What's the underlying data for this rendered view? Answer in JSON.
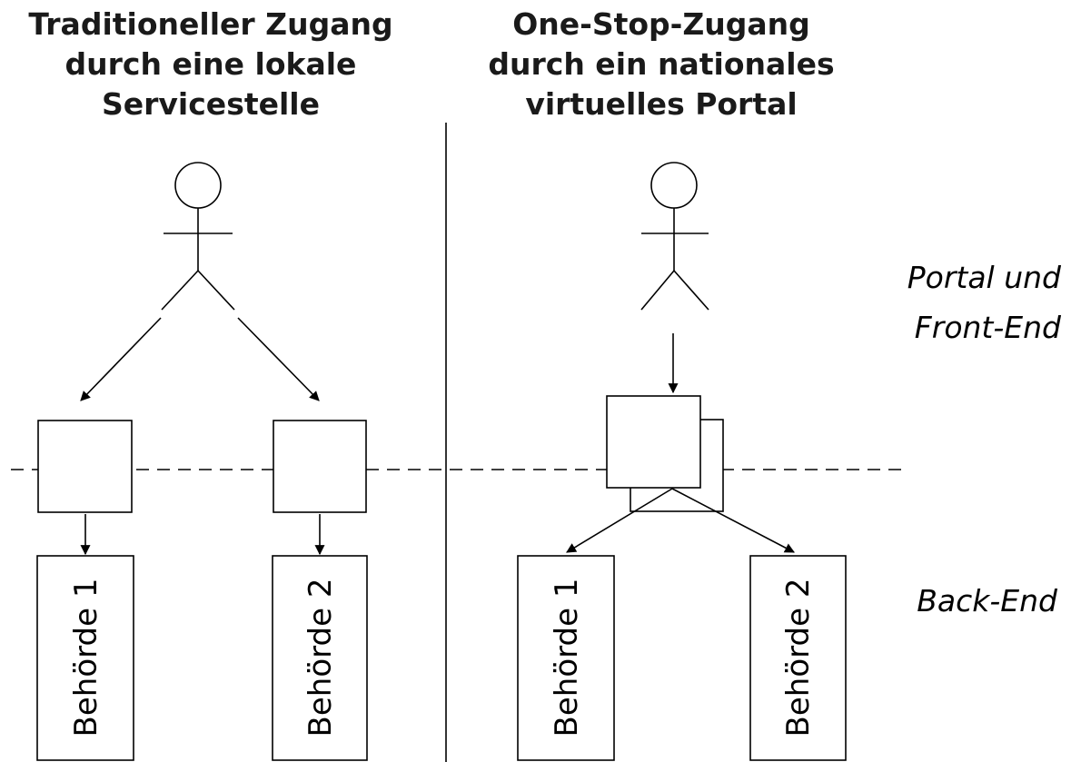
{
  "left_panel": {
    "title_lines": [
      "Traditioneller Zugang",
      "durch eine lokale",
      "Servicestelle"
    ],
    "agencies": [
      "Behörde 1",
      "Behörde 2"
    ]
  },
  "right_panel": {
    "title_lines": [
      "One-Stop-Zugang",
      "durch ein nationales",
      "virtuelles Portal"
    ],
    "agencies": [
      "Behörde 1",
      "Behörde 2"
    ]
  },
  "layers": {
    "front_end_lines": [
      "Portal und",
      "Front-End"
    ],
    "back_end": "Back-End"
  }
}
